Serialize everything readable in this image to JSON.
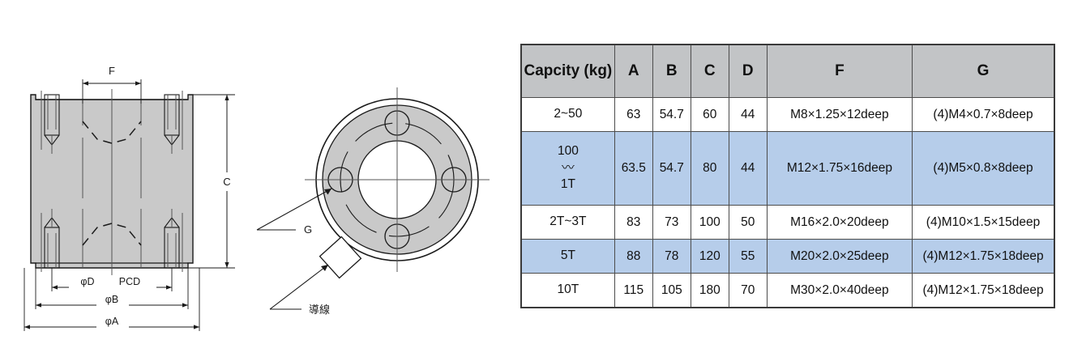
{
  "drawing_left": {
    "name": "front-section-view",
    "labels": {
      "f": "F",
      "c": "C",
      "phi_d": "φD",
      "pcd": "PCD",
      "phi_b": "φB",
      "phi_a": "φA"
    },
    "fill_color": "#c9c9c9",
    "line_color": "#1a1a1a"
  },
  "drawing_right": {
    "name": "top-plan-view",
    "labels": {
      "g": "G",
      "lead_wire": "導線"
    },
    "fill_color": "#c9c9c9",
    "line_color": "#1a1a1a",
    "bolt_hole_count": 4
  },
  "spec_table": {
    "header_bg": "#c2c4c6",
    "alt_row_bg": "#b6cdea",
    "border_color": "#4c4c4c",
    "columns": [
      "Capcity\n(kg)",
      "A",
      "B",
      "C",
      "D",
      "F",
      "G"
    ],
    "rows": [
      {
        "highlight": false,
        "tall": false,
        "capacity": "2~50",
        "a": "63",
        "b": "54.7",
        "c": "60",
        "d": "44",
        "f": "M8×1.25×12deep",
        "g": "(4)M4×0.7×8deep"
      },
      {
        "highlight": true,
        "tall": true,
        "capacity": "100\n〰\n1T",
        "a": "63.5",
        "b": "54.7",
        "c": "80",
        "d": "44",
        "f": "M12×1.75×16deep",
        "g": "(4)M5×0.8×8deep"
      },
      {
        "highlight": false,
        "tall": false,
        "capacity": "2T~3T",
        "a": "83",
        "b": "73",
        "c": "100",
        "d": "50",
        "f": "M16×2.0×20deep",
        "g": "(4)M10×1.5×15deep"
      },
      {
        "highlight": true,
        "tall": false,
        "capacity": "5T",
        "a": "88",
        "b": "78",
        "c": "120",
        "d": "55",
        "f": "M20×2.0×25deep",
        "g": "(4)M12×1.75×18deep"
      },
      {
        "highlight": false,
        "tall": false,
        "capacity": "10T",
        "a": "115",
        "b": "105",
        "c": "180",
        "d": "70",
        "f": "M30×2.0×40deep",
        "g": "(4)M12×1.75×18deep"
      }
    ]
  }
}
